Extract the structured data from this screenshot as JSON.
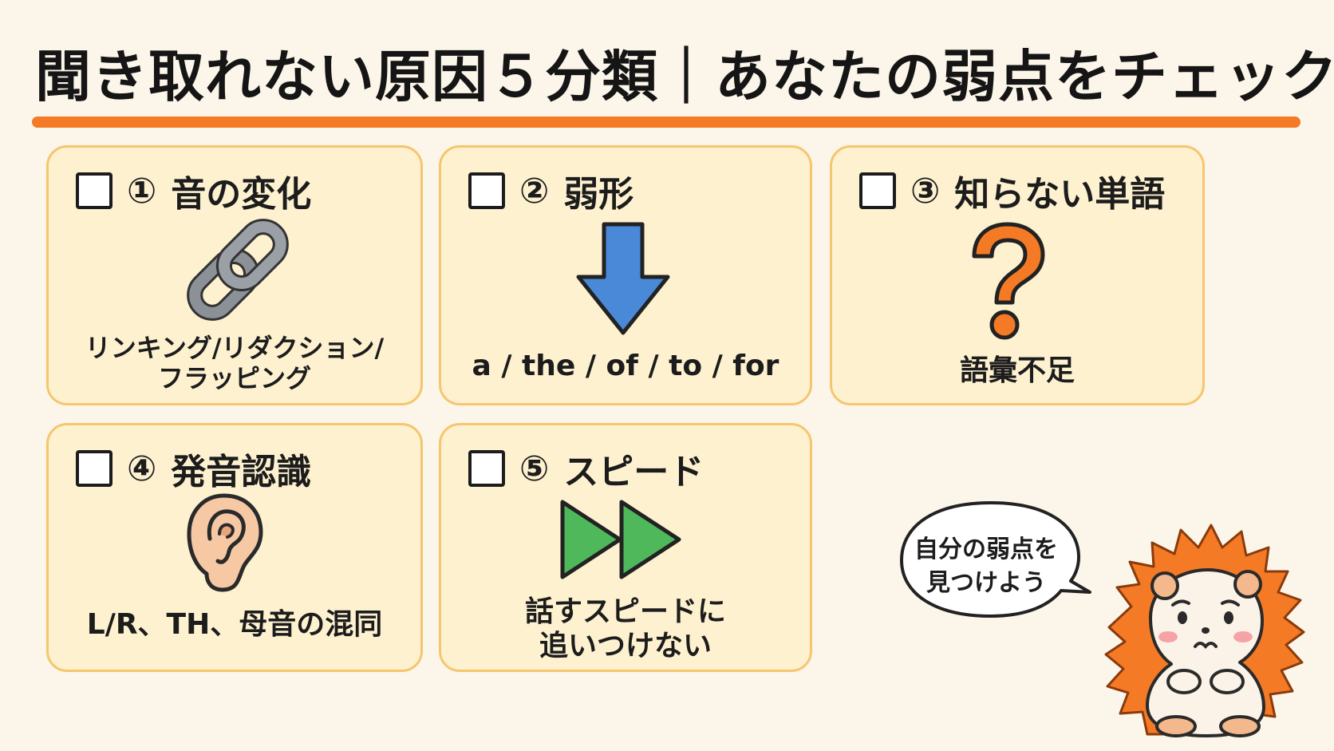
{
  "title": "聞き取れない原因５分類｜あなたの弱点をチェック",
  "accent_color": "#f47a26",
  "cards": [
    {
      "number": "①",
      "heading": "音の変化",
      "icon": "chain-link-icon",
      "caption": "リンキング/リダクション/\nフラッピング"
    },
    {
      "number": "②",
      "heading": "弱形",
      "icon": "down-arrow-icon",
      "caption": "a / the / of / to / for"
    },
    {
      "number": "③",
      "heading": "知らない単語",
      "icon": "question-mark-icon",
      "caption": "語彙不足"
    },
    {
      "number": "④",
      "heading": "発音認識",
      "icon": "ear-icon",
      "caption": "L/R、TH、母音の混同"
    },
    {
      "number": "⑤",
      "heading": "スピード",
      "icon": "fast-forward-icon",
      "caption": "話すスピードに\n追いつけない"
    }
  ],
  "speech_bubble": "自分の弱点を\n見つけよう",
  "mascot": "hedgehog-mascot-icon"
}
